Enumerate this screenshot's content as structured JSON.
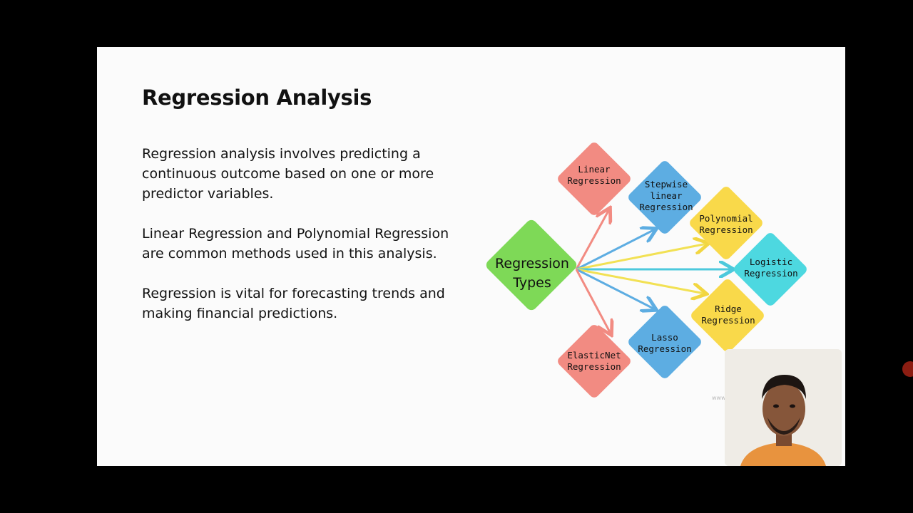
{
  "slide": {
    "title": "Regression Analysis",
    "paragraphs": [
      "Regression analysis involves predicting a continuous outcome based on one or more predictor variables.",
      "Linear Regression and Polynomial Regression are common methods used in this analysis.",
      "Regression is vital for forecasting trends and making financial predictions."
    ]
  },
  "diagram": {
    "center": {
      "label": "Regression Types",
      "color": "#7ed957"
    },
    "nodes": [
      {
        "id": "linear",
        "label": "Linear Regression",
        "color": "#f28b82",
        "arrow": "#f28b82"
      },
      {
        "id": "stepwise",
        "label": "Stepwise linear Regression",
        "color": "#5dade2",
        "arrow": "#5dade2"
      },
      {
        "id": "polynomial",
        "label": "Polynomial Regression",
        "color": "#f9d94a",
        "arrow": "#f9e35a"
      },
      {
        "id": "logistic",
        "label": "Logistic Regression",
        "color": "#4dd8e0",
        "arrow": "#4dc9dc"
      },
      {
        "id": "ridge",
        "label": "Ridge Regression",
        "color": "#f9d94a",
        "arrow": "#f9e35a"
      },
      {
        "id": "lasso",
        "label": "Lasso Regression",
        "color": "#5dade2",
        "arrow": "#5dade2"
      },
      {
        "id": "elasticnet",
        "label": "ElasticNet Regression",
        "color": "#f28b82",
        "arrow": "#f28b82"
      }
    ],
    "watermark": "www"
  },
  "webcam": {
    "label": "presenter-video"
  }
}
